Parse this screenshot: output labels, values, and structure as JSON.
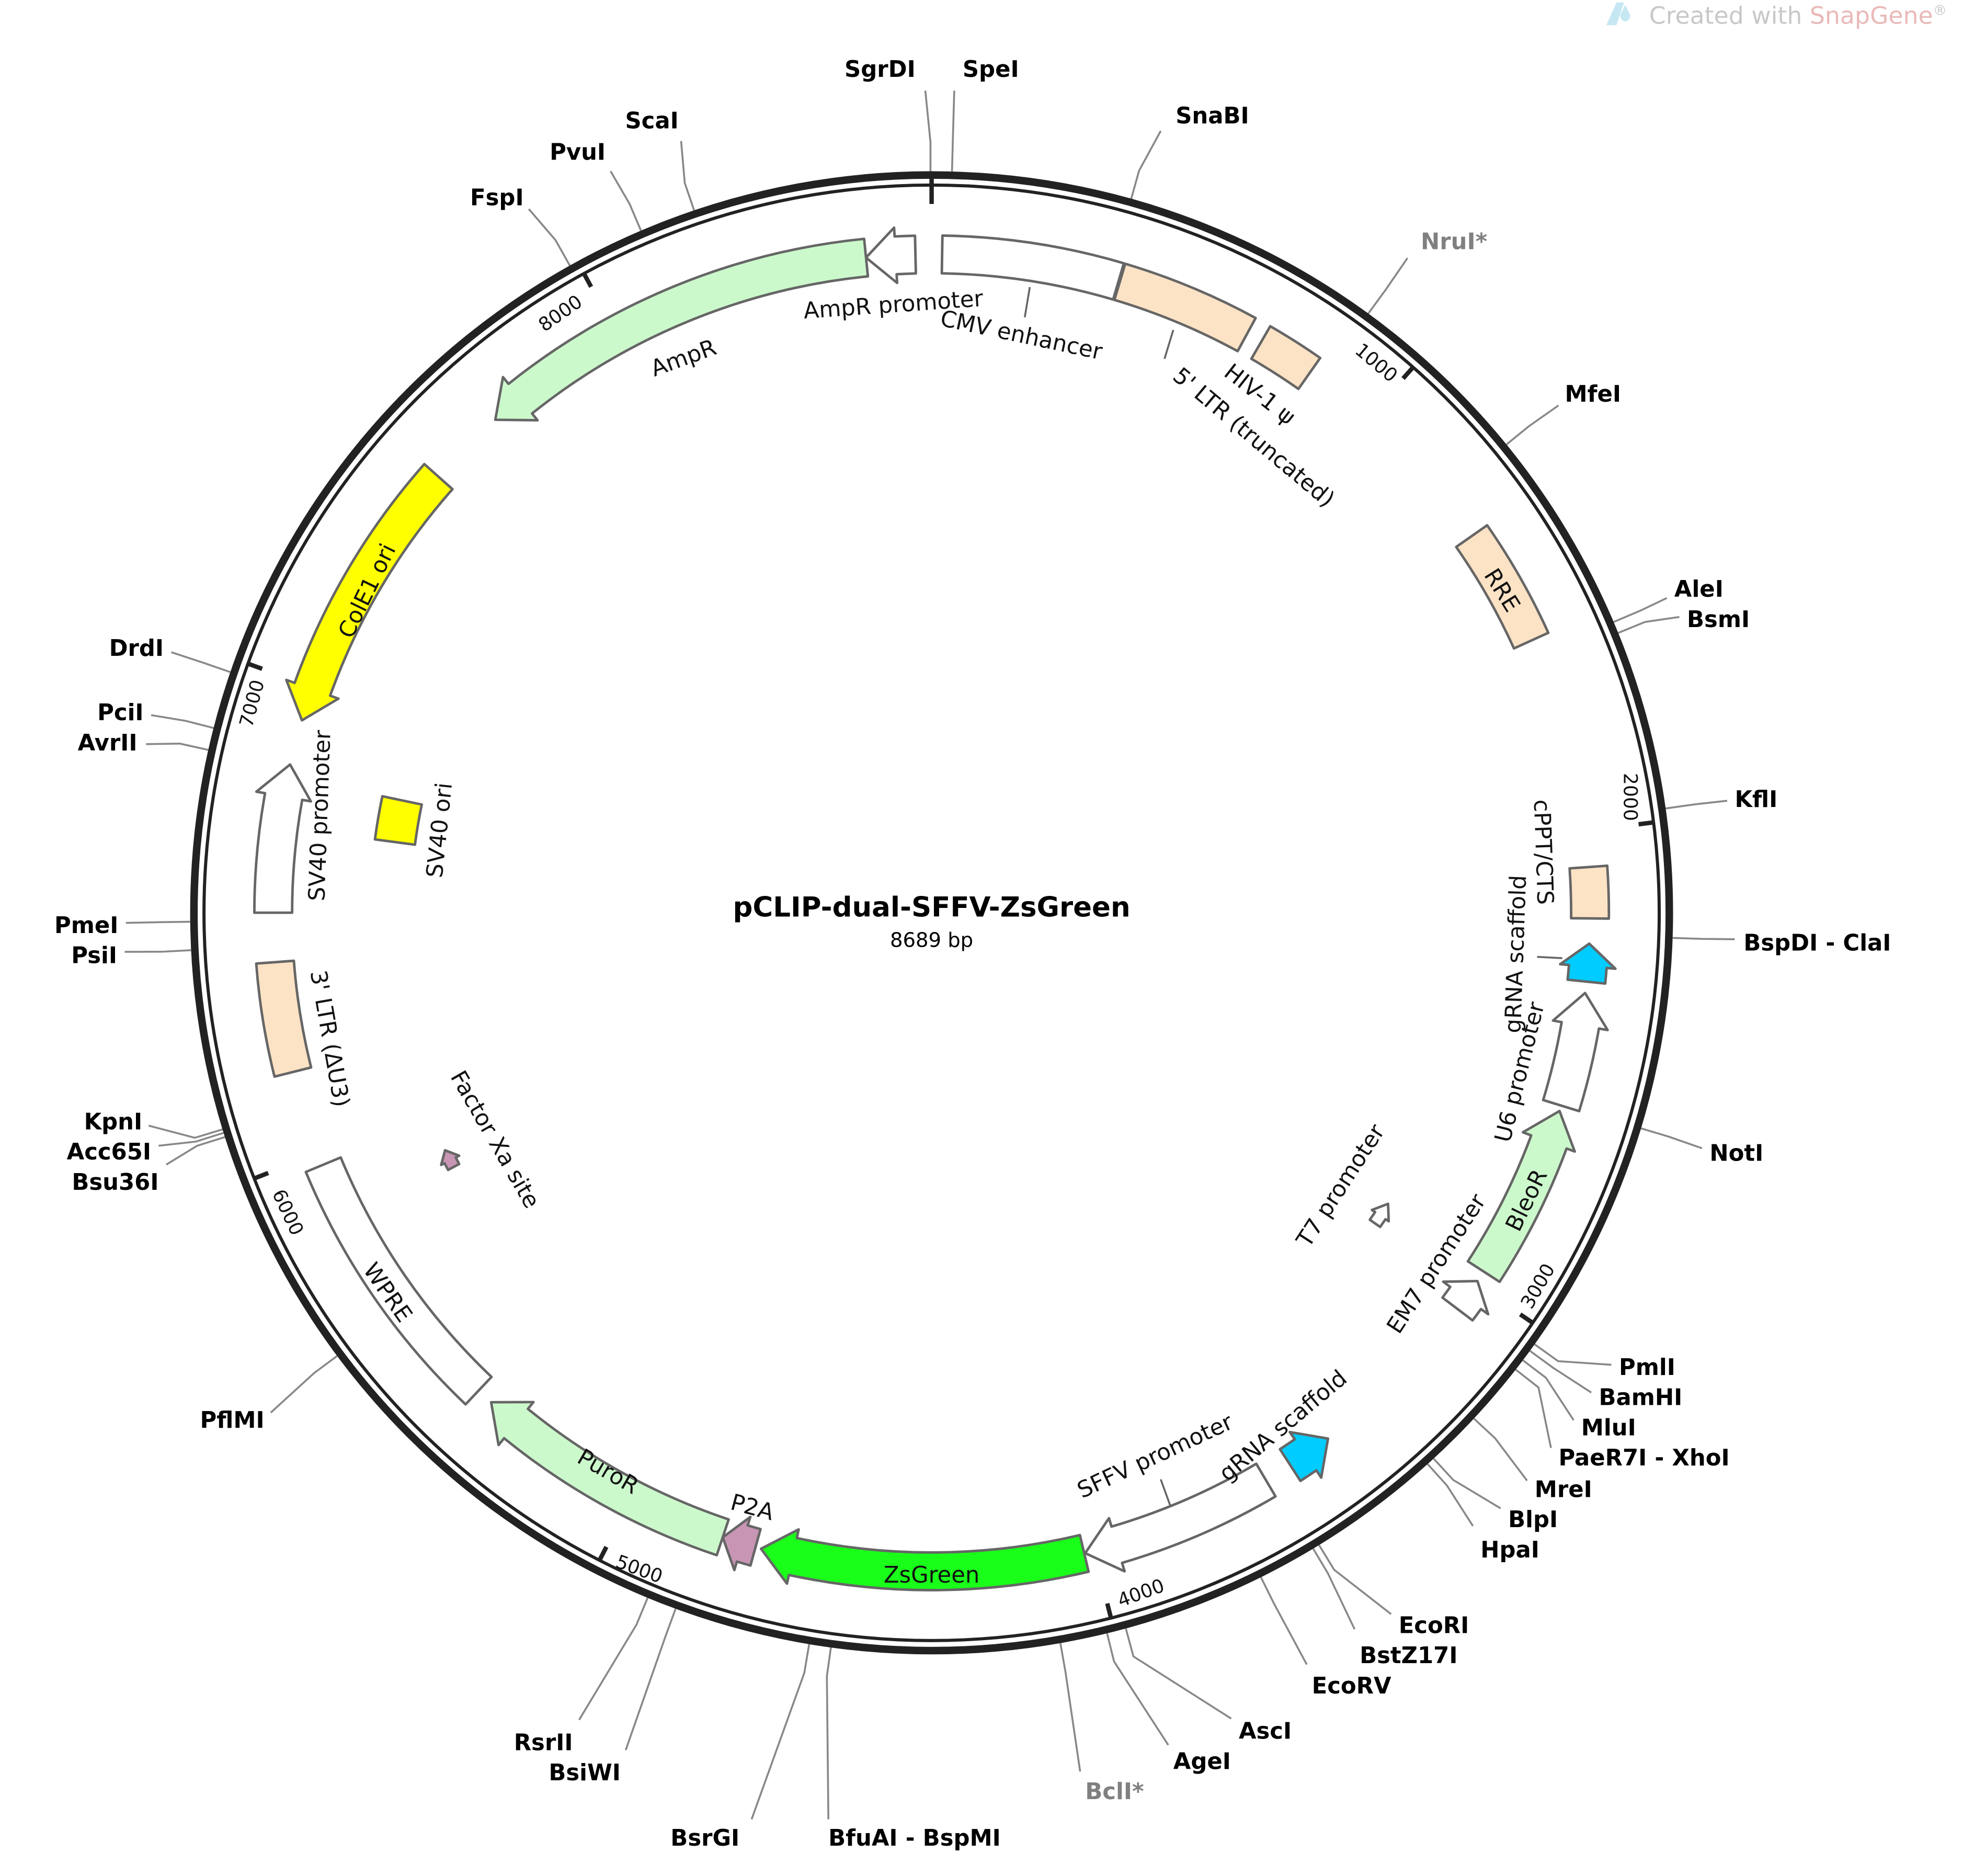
{
  "watermark": {
    "prefix": "Created with ",
    "brand": "SnapGene",
    "suffix": "®"
  },
  "plasmid": {
    "name": "pCLIP-dual-SFFV-ZsGreen",
    "size_label": "8689 bp",
    "length": 8689
  },
  "ticks": [
    {
      "position": 1000,
      "label": "1000"
    },
    {
      "position": 2000,
      "label": "2000"
    },
    {
      "position": 3000,
      "label": "3000"
    },
    {
      "position": 4000,
      "label": "4000"
    },
    {
      "position": 5000,
      "label": "5000"
    },
    {
      "position": 6000,
      "label": "6000"
    },
    {
      "position": 7000,
      "label": "7000"
    },
    {
      "position": 8000,
      "label": "8000"
    }
  ],
  "features": [
    {
      "name": "AmpR promoter",
      "start": 8551,
      "end": 8655,
      "direction": "reverse",
      "color": "#ffffff"
    },
    {
      "name": "AmpR",
      "start": 7687,
      "end": 8551,
      "direction": "reverse",
      "color": "#ccf9cc"
    },
    {
      "name": "CMV enhancer",
      "start": 22,
      "end": 398,
      "direction": "none",
      "color": "#ffffff"
    },
    {
      "name": "5' LTR (truncated)",
      "start": 401,
      "end": 690,
      "direction": "none",
      "color": "#fde3c5"
    },
    {
      "name": "HIV-1 ψ",
      "start": 724,
      "end": 845,
      "direction": "none",
      "color": "#fde3c5"
    },
    {
      "name": "RRE",
      "start": 1330,
      "end": 1583,
      "direction": "none",
      "color": "#fde3c5"
    },
    {
      "name": "cPPT/CTS",
      "start": 2076,
      "end": 2184,
      "direction": "none",
      "color": "#fde3c5"
    },
    {
      "name": "gRNA scaffold",
      "start": 2237,
      "end": 2317,
      "direction": "reverse",
      "color": "#00ccff"
    },
    {
      "name": "U6 promoter",
      "start": 2341,
      "end": 2583,
      "direction": "reverse",
      "color": "#ffffff"
    },
    {
      "name": "BleoR",
      "start": 2595,
      "end": 2969,
      "direction": "reverse",
      "color": "#ccf9cc"
    },
    {
      "name": "EM7 promoter",
      "start": 2993,
      "end": 3065,
      "direction": "reverse",
      "color": "#ffffff"
    },
    {
      "name": "T7 promoter",
      "start": 2957,
      "end": 3017,
      "direction": "reverse",
      "color": "#ffffff"
    },
    {
      "name": "gRNA scaffold",
      "start": 3451,
      "end": 3548,
      "direction": "reverse",
      "color": "#00ccff"
    },
    {
      "name": "SFFV promoter",
      "start": 3608,
      "end": 4019,
      "direction": "forward",
      "color": "#ffffff"
    },
    {
      "name": "ZsGreen",
      "start": 4021,
      "end": 4707,
      "direction": "forward",
      "color": "#1aff1a"
    },
    {
      "name": "P2A",
      "start": 4719,
      "end": 4791,
      "direction": "forward",
      "color": "#c895b4"
    },
    {
      "name": "PuroR",
      "start": 4791,
      "end": 5358,
      "direction": "forward",
      "color": "#ccf9cc"
    },
    {
      "name": "WPRE",
      "start": 5394,
      "end": 5974,
      "direction": "none",
      "color": "#ffffff"
    },
    {
      "name": "Factor Xa site",
      "start": 5841,
      "end": 5889,
      "direction": "forward",
      "color": "#c895b4"
    },
    {
      "name": "3' LTR (ΔU3)",
      "start": 6179,
      "end": 6413,
      "direction": "none",
      "color": "#fde3c5"
    },
    {
      "name": "SV40 promoter",
      "start": 6517,
      "end": 6831,
      "direction": "forward",
      "color": "#ffffff"
    },
    {
      "name": "SV40 ori",
      "start": 6698,
      "end": 6806,
      "direction": "none",
      "color": "#ffff00"
    },
    {
      "name": "ColE1 ori",
      "start": 6927,
      "end": 7518,
      "direction": "reverse",
      "color": "#ffff00"
    }
  ],
  "sites": [
    {
      "name": "SgrDI",
      "position": 8687,
      "color": "#000000"
    },
    {
      "name": "SpeI",
      "position": 38,
      "color": "#000000"
    },
    {
      "name": "SnaBI",
      "position": 377,
      "color": "#000000"
    },
    {
      "name": "NruI*",
      "position": 871,
      "color": "#808080"
    },
    {
      "name": "MfeI",
      "position": 1227,
      "color": "#000000"
    },
    {
      "name": "AleI",
      "position": 1615,
      "color": "#000000"
    },
    {
      "name": "BsmI",
      "position": 1637,
      "color": "#000000"
    },
    {
      "name": "KflI",
      "position": 1977,
      "color": "#000000"
    },
    {
      "name": "BspDI - ClaI",
      "position": 2219,
      "color": "#000000"
    },
    {
      "name": "NotI",
      "position": 2580,
      "color": "#000000"
    },
    {
      "name": "PmlI",
      "position": 3031,
      "color": "#000000"
    },
    {
      "name": "BamHI",
      "position": 3046,
      "color": "#000000"
    },
    {
      "name": "MluI",
      "position": 3068,
      "color": "#000000"
    },
    {
      "name": "PaeR7I - XhoI",
      "position": 3090,
      "color": "#000000"
    },
    {
      "name": "MreI",
      "position": 3210,
      "color": "#000000"
    },
    {
      "name": "BlpI",
      "position": 3316,
      "color": "#000000"
    },
    {
      "name": "HpaI",
      "position": 3331,
      "color": "#000000"
    },
    {
      "name": "EcoRI",
      "position": 3584,
      "color": "#000000"
    },
    {
      "name": "BstZ17I",
      "position": 3597,
      "color": "#000000"
    },
    {
      "name": "EcoRV",
      "position": 3708,
      "color": "#000000"
    },
    {
      "name": "AscI",
      "position": 3978,
      "color": "#000000"
    },
    {
      "name": "AgeI",
      "position": 4014,
      "color": "#000000"
    },
    {
      "name": "BclI*",
      "position": 4103,
      "color": "#808080"
    },
    {
      "name": "BfuAI - BspMI",
      "position": 4533,
      "color": "#000000"
    },
    {
      "name": "BsrGI",
      "position": 4574,
      "color": "#000000"
    },
    {
      "name": "BsiWI",
      "position": 4832,
      "color": "#000000"
    },
    {
      "name": "RsrII",
      "position": 4888,
      "color": "#000000"
    },
    {
      "name": "PflMI",
      "position": 5631,
      "color": "#000000"
    },
    {
      "name": "KpnI",
      "position": 6107,
      "color": "#000000"
    },
    {
      "name": "Acc65I",
      "position": 6100,
      "color": "#000000"
    },
    {
      "name": "Bsu36I",
      "position": 6092,
      "color": "#000000"
    },
    {
      "name": "PmeI",
      "position": 6500,
      "color": "#000000"
    },
    {
      "name": "PsiI",
      "position": 6447,
      "color": "#000000"
    },
    {
      "name": "PciI",
      "position": 6865,
      "color": "#000000"
    },
    {
      "name": "AvrII",
      "position": 6823,
      "color": "#000000"
    },
    {
      "name": "DrdI",
      "position": 6974,
      "color": "#000000"
    },
    {
      "name": "FspI",
      "position": 7984,
      "color": "#000000"
    },
    {
      "name": "PvuI",
      "position": 8132,
      "color": "#000000"
    },
    {
      "name": "ScaI",
      "position": 8238,
      "color": "#000000"
    }
  ]
}
